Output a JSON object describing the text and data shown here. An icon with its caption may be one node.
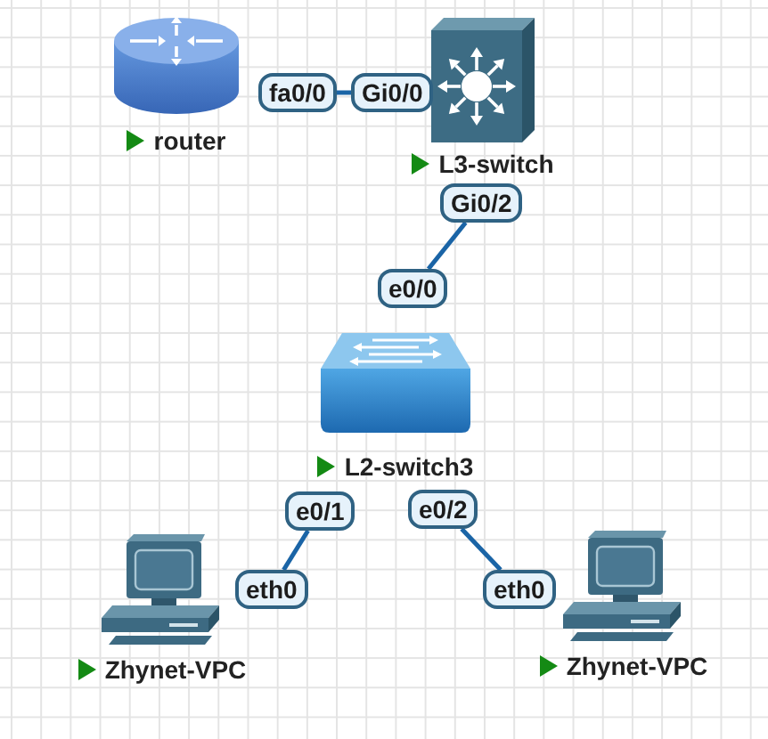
{
  "diagram": {
    "nodes": [
      {
        "text": [
          "router"
        ]
      },
      {
        "text": [
          "fa0/0"
        ]
      },
      {
        "text": [
          "Gi0/0"
        ]
      },
      {
        "text": [
          "L3-switch"
        ]
      },
      {
        "text": [
          "Gi0/2"
        ]
      },
      {
        "text": [
          "e0/0"
        ]
      },
      {
        "text": [
          "L2-switch3"
        ]
      },
      {
        "text": [
          "e0/1"
        ]
      },
      {
        "text": [
          "e0/2"
        ]
      },
      {
        "text": [
          "eth0"
        ]
      },
      {
        "text": [
          "eth0"
        ]
      },
      {
        "text": [
          "Zhynet-VPC"
        ]
      },
      {
        "text": [
          "Zhynet-VPC"
        ]
      }
    ],
    "edges": [
      {
        "from": 1,
        "to": 2,
        "arrow": "none"
      },
      {
        "from": 4,
        "to": 5,
        "arrow": "none"
      },
      {
        "from": 7,
        "to": 9,
        "arrow": "none"
      },
      {
        "from": 8,
        "to": 10,
        "arrow": "none"
      }
    ]
  }
}
